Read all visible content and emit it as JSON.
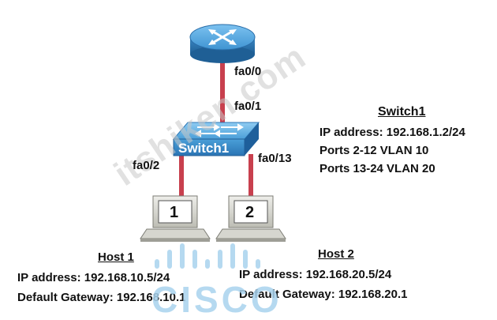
{
  "devices": {
    "switch_label": "Switch1",
    "host1_number": "1",
    "host2_number": "2"
  },
  "ports": {
    "router_fa0_0": "fa0/0",
    "switch_fa0_1": "fa0/1",
    "switch_fa0_2": "fa0/2",
    "switch_fa0_13": "fa0/13"
  },
  "switch_info": {
    "title": "Switch1",
    "ip": "IP address: 192.168.1.2/24",
    "vlan10": "Ports 2-12 VLAN 10",
    "vlan20": "Ports 13-24 VLAN 20"
  },
  "host1": {
    "title": "Host 1",
    "ip": "IP address: 192.168.10.5/24",
    "gateway": "Default Gateway: 192.168.10.1"
  },
  "host2": {
    "title": "Host 2",
    "ip": "IP address: 192.168.20.5/24",
    "gateway": "Default Gateway: 192.168.20.1"
  },
  "watermark": {
    "text": "itshiken.com"
  },
  "logo": {
    "text": "CISCO"
  },
  "colors": {
    "cable": "#c8404e",
    "device_blue": "#4a9fd8",
    "logo_blue": "#a9d3ee"
  }
}
